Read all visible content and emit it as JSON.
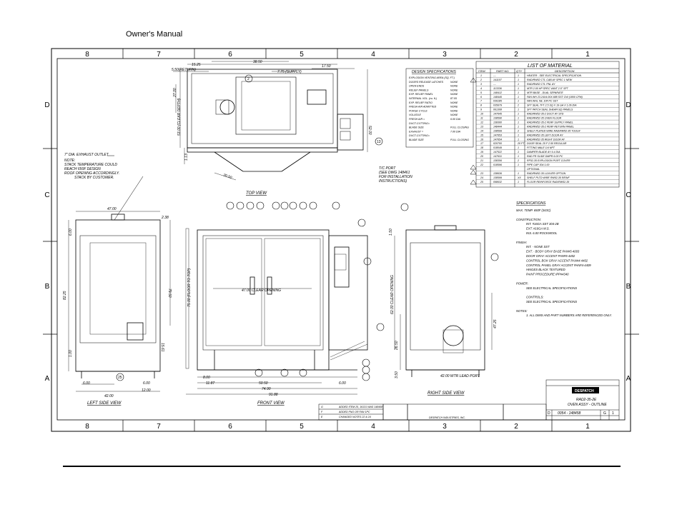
{
  "header": {
    "title": "Owner's Manual"
  },
  "border": {
    "columns": [
      "8",
      "7",
      "6",
      "5",
      "4",
      "3",
      "2",
      "1"
    ],
    "rows": [
      "D",
      "C",
      "B",
      "A"
    ]
  },
  "views": {
    "top": "TOP VIEW",
    "left": "LEFT SIDE VIEW",
    "front": "FRONT VIEW",
    "right": "RIGHT SIDE VIEW"
  },
  "notes": {
    "exhaust": [
      "7\" DIA. EXHAUST OUTLET",
      "NOTE:",
      "STACK TEMPERATURE COULD",
      "REACH 650F DESIGN",
      "ROOF OPENING ACCORDINGLY.",
      "STACK BY CUSTOMER."
    ],
    "tc_port": [
      "T/C PORT",
      "(SEE DWG 148461",
      "FOR INSTALLATION",
      "INSTRUCTIONS)"
    ],
    "wire_port": "42.00 WTR LEAD PORT",
    "clear_opening": "47.00 CLEAR OPENING"
  },
  "dims": {
    "top": [
      "15.25",
      "38.50",
      "17.50",
      "5.50(RETURN)",
      "7.75 (SUPPLY)",
      "27.00",
      "53.00 (CLEAR DEPTH)",
      "52.00",
      "1.13",
      "30.50"
    ],
    "left": [
      "47.00",
      "2.38",
      "6.00",
      "82.25",
      "79.50",
      "15.61",
      "6.00",
      "1.00",
      "12.00",
      "42.00",
      "6.00"
    ],
    "front": [
      "8.00",
      "11.87",
      "50.50",
      "6.00",
      "74.90",
      "91.88",
      "75.00 (FLOOR TO TOP)"
    ],
    "right": [
      "1.50",
      "62.00 CLEAR OPENING",
      "47.25",
      "26.50",
      "3.50"
    ]
  },
  "design_spec": {
    "title": "DESIGN SPECIFICATIONS",
    "rows": [
      [
        "EXPLOSION VENTING AREA (SQ. FT.)",
        ""
      ],
      [
        "DOORS RELEASE LATCHES",
        "NONE"
      ],
      [
        "OPEN ENDS",
        "NONE"
      ],
      [
        "RELIEF PANELS",
        "NONE"
      ],
      [
        "EXP. RELIEF PANEL",
        "NONE"
      ],
      [
        "INTERNAL VOL. (cu. ft.)",
        "87.05"
      ],
      [
        "EXP. RELIEF RATIO",
        "NONE"
      ],
      [
        "FRESH AIR ADMITTED",
        "NONE"
      ],
      [
        "PURGE CYCLE",
        "NONE"
      ],
      [
        "VOLATILE",
        "NONE"
      ],
      [
        "FRESH AIR =",
        "6.00 DIA"
      ],
      [
        "DUCT-CUTTING=",
        ""
      ],
      [
        "BLADE SIZE",
        "FULL CLOSING"
      ],
      [
        "EXHAUST =",
        "7.00 DIA"
      ],
      [
        "DUCT-CUTTING=",
        ""
      ],
      [
        "BLADE SIZE",
        "FULL CLOSING"
      ]
    ]
  },
  "bom": {
    "title": "LIST OF MATERIAL",
    "headers": [
      "ITEM",
      "PART NO.",
      "QTY",
      "DESCRIPTION"
    ],
    "rows": [
      [
        "1",
        "---",
        "1",
        "HEATER - SEE ELECTRICAL SPECIFICATION"
      ],
      [
        "2",
        "141107",
        "1",
        "RAD/RW52 CTL CAB AY SPEC 1 NEW"
      ],
      [
        "3",
        "---",
        "1",
        "RAD/RW52 CTL PNL AY"
      ],
      [
        "4",
        "113336",
        "1",
        "MTR 2.00 HP SPEC VANT 2.5\" SFT"
      ],
      [
        "5",
        "148412",
        "1",
        "MTR BASE - DUAL SEPARATE"
      ],
      [
        "6",
        "148445",
        "1",
        "FAN WH 23.24X4.00X.688 SST CW (1800 CFM)"
      ],
      [
        "7",
        "036185",
        "1",
        "FAN WHL INL 10# PC SST"
      ],
      [
        "8",
        "035679",
        "2",
        "SFT SEAL TFT 2.5 SQ X 19 GA X 1.06 DIA"
      ],
      [
        "9",
        "061308",
        "1",
        "SFT PATCH SEAL SHEAR-SQ PANELS"
      ],
      [
        "10",
        "147645",
        "1",
        "RAD/RW52-35-2 DUCT AY STD"
      ],
      [
        "11",
        "138590",
        "1",
        "RAD/RW52-35 OVEN FLOOR"
      ],
      [
        "12",
        "138360",
        "1",
        "RAD/RW52-35-2 PERF SUPPLY PANEL"
      ],
      [
        "13",
        "148444",
        "1",
        "RAD/RW52-35-2 PERF RETURN PANEL"
      ],
      [
        "14",
        "138599",
        "2",
        "SHELF PLATED WIRE RAD/RW52-35 TOOLR"
      ],
      [
        "15",
        "147653",
        "1",
        "RAD/RW52-35 LEFT DOOR AY"
      ],
      [
        "16",
        "147654",
        "1",
        "RAD/RW52-35 RIGHT DOOR AY"
      ],
      [
        "17",
        "020700",
        "20 FT",
        "DOOR SEAL 25 F 2.50 REGULAR"
      ],
      [
        "18",
        "018049",
        "1",
        "FITTING MALE 1/4 NPT"
      ],
      [
        "19",
        "147522",
        "1",
        "DAMPER BLADE AY 6.4 DIA"
      ],
      [
        "20",
        "147631",
        "1",
        "RAD FR SLIDE DMPR 6.00 PC"
      ],
      [
        "21",
        "138356",
        "2",
        "RF52-35 EXPLOSION PORT COVER"
      ],
      [
        "22",
        "018596",
        "1",
        "PIPE CAP 304 1.00"
      ],
      [
        "",
        "",
        "",
        "OPTIONAL"
      ],
      [
        "23",
        "138636",
        "1",
        "RAD/RW52-35 LOUVER OPTION"
      ],
      [
        "24",
        "138599",
        "XX",
        "SHELF PLTD WIRE RW52-35 REINF"
      ],
      [
        "25",
        "098632",
        "1",
        "FLOOR REINFORCE RAD/RW52-35"
      ]
    ]
  },
  "specifications": {
    "title": "SPECIFICATIONS",
    "lines": [
      "MAX. TEMP. 650F (343C)",
      "",
      "CONSTRUCTION:",
      "INT. #16GA SST 304-2B",
      "EXT. #16GA M.S.",
      "INS. 6.00 ROCKWOOL",
      "",
      "FINISH:",
      "INT. - NONE SST",
      "EXT. - BODY GRAY BASE PAN#5-4003",
      "DOOR GRAY ACCENT PAN#5-4402",
      "CONTROL BOX GRAY ACCENT PAN#4-4402",
      "CONTROL PANEL GRAY ACCENT PAN#4-4409",
      "HINGES BLACK TEXTURED",
      "PAINT PROCEDURE IPP#4340",
      "",
      "POWER:",
      "SEE ELECTRICAL SPECIFICATIONS",
      "",
      "CONTROLS:",
      "SEE ELECTRICAL SPECIFICATIONS",
      "",
      "NOTES:",
      "1. ALL DIMS AND PART NUMBERS ARE REFERENCED ONLY."
    ]
  },
  "title_block": {
    "logo": "DESPATCH",
    "model": "RAD2-35-2E",
    "description": "OVEN ASSY - OUTLINE",
    "size": "D",
    "dwg_no": "0054 - 148458",
    "rev": "G",
    "sheet": "1",
    "company": "DESPATCH INDUSTRIES, INC."
  },
  "revisions": [
    [
      "G",
      "ADDED ITEM 25, 16131 WAS 148458"
    ],
    [
      "F",
      "ADDED FNO OR FAN 1PC"
    ],
    [
      "E",
      "CHANGED NOTES 22 & 24"
    ]
  ]
}
